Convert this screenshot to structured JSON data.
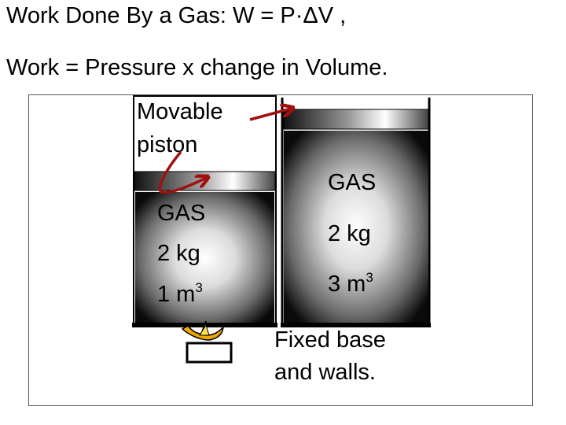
{
  "title_line1": "Work Done By a Gas: W = P·ΔV ,",
  "title_line2": "Work = Pressure x change in Volume.",
  "labels": {
    "movable_line1": "Movable",
    "movable_line2": "piston",
    "left_gas": "GAS",
    "left_mass": "2 kg",
    "left_volume_prefix": "1 m",
    "left_volume_exp": "3",
    "right_gas": "GAS",
    "right_mass": "2 kg",
    "right_volume_prefix": "3 m",
    "right_volume_exp": "3",
    "fixed_line1": "Fixed base",
    "fixed_line2": "and walls."
  },
  "colors": {
    "arrow": "#a01010",
    "flame_outer": "#f0a800",
    "flame_inner": "#ffe14a"
  }
}
